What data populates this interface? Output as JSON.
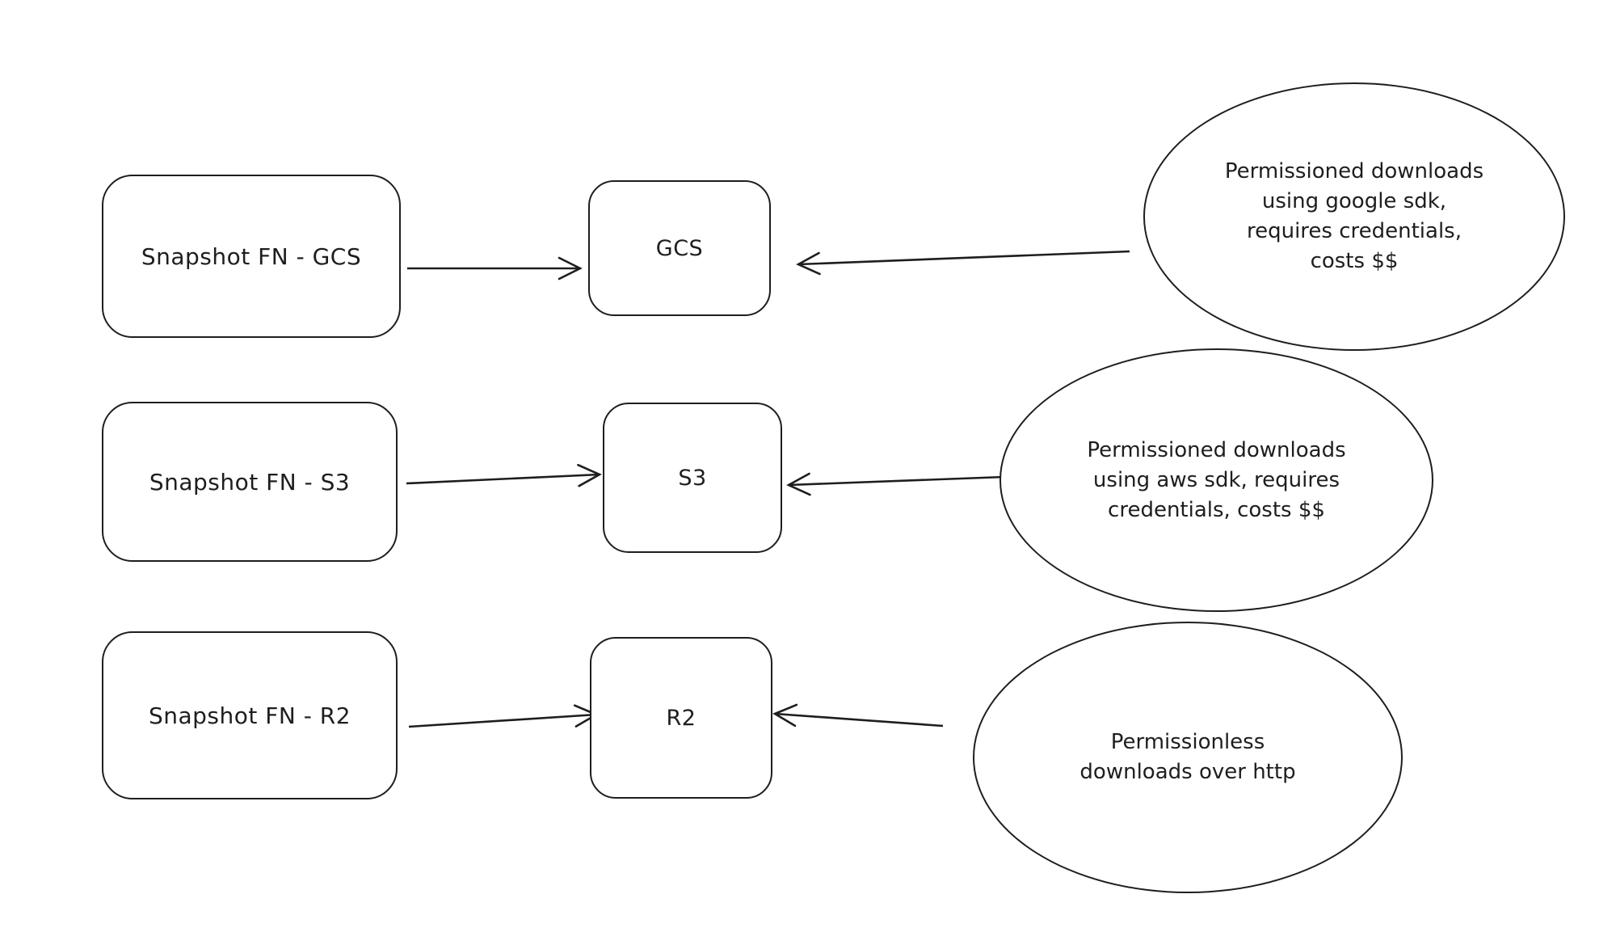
{
  "diagram": {
    "background_color": "#ffffff",
    "stroke_color": "#1e1e1e",
    "rows": [
      {
        "source_label": "Snapshot FN - GCS",
        "target_label": "GCS",
        "note_lines": [
          "Permissioned downloads",
          "using google sdk,",
          "requires credentials,",
          "costs $$"
        ]
      },
      {
        "source_label": "Snapshot FN - S3",
        "target_label": "S3",
        "note_lines": [
          "Permissioned downloads",
          "using aws sdk, requires",
          "credentials, costs $$"
        ]
      },
      {
        "source_label": "Snapshot FN - R2",
        "target_label": "R2",
        "note_lines": [
          "Permissionless",
          "downloads over http"
        ]
      }
    ]
  }
}
